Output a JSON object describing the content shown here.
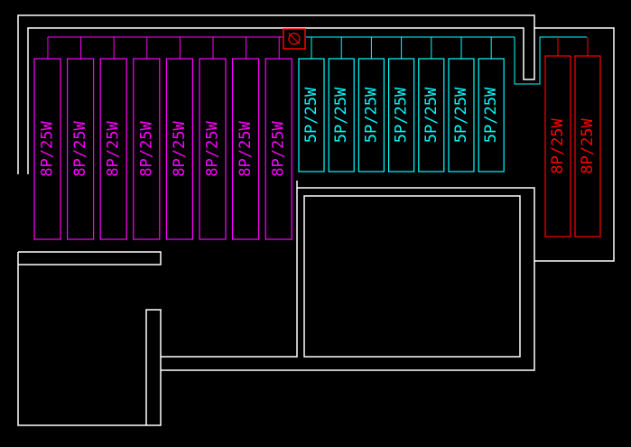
{
  "colors": {
    "background": "#000000",
    "walls": "#ffffff",
    "magenta": "#ff00ff",
    "cyan": "#00ffff",
    "red": "#ff0000"
  },
  "groups": {
    "magenta": {
      "label": "8P/25W",
      "count": 8
    },
    "cyan": {
      "label": "5P/25W",
      "count": 7
    },
    "red": {
      "label": "8P/25W",
      "count": 2
    }
  },
  "junction": {
    "icon": "junction-box-icon"
  }
}
